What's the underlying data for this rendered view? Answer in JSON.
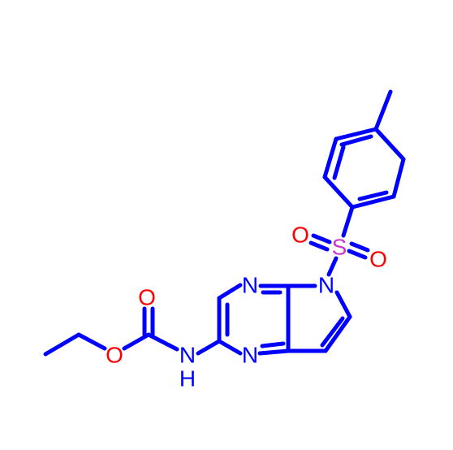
{
  "colors": {
    "bond": "#0000ff",
    "nitrogen": "#0000ff",
    "oxygen": "#ff0000",
    "sulfur": "#cc33cc",
    "background": "#ffffff"
  },
  "atoms": {
    "n_pyrazine_top": "N",
    "n_pyrazine_bottom": "N",
    "n_pyrrole": "N",
    "n_carbamate": "N",
    "h_carbamate": "H",
    "s_sulfonyl": "S",
    "o_sulfonyl_left": "O",
    "o_sulfonyl_right": "O",
    "o_carbonyl": "O",
    "o_ester": "O"
  }
}
